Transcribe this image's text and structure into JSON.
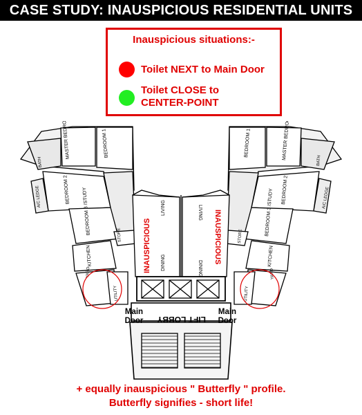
{
  "title": "CASE STUDY: INAUSPICIOUS RESIDENTIAL UNITS",
  "legend": {
    "title": "Inauspicious situations:-",
    "items": [
      {
        "color": "#ff0000",
        "text_lines": [
          "Toilet NEXT to Main Door"
        ]
      },
      {
        "color": "#22ee22",
        "text_lines": [
          "Toilet CLOSE to",
          "CENTER-POINT"
        ]
      }
    ]
  },
  "plan": {
    "inauspicious_label": "INAUSPICIOUS",
    "room_labels": {
      "master_bedroom": "MASTER BEDROOM",
      "bedroom_1": "BEDROOM 1",
      "bedroom_2": "BEDROOM 2",
      "bedroom_3": "BEDROOM 3 /STUDY",
      "bath": "BATH",
      "ledge": "A/C LEDGE",
      "store": "STORE",
      "kitchen": "KITCHEN",
      "living": "LIVING",
      "dining": "DINING",
      "yard": "YARD",
      "utility": "UTILITY",
      "lift_lobby": "LIFT LOBBY"
    },
    "main_door_label": [
      "Main",
      "Door"
    ]
  },
  "footer": {
    "line1": "+ equally inauspicious \" Butterfly \" profile.",
    "line2": "Butterfly signifies - short life!"
  }
}
